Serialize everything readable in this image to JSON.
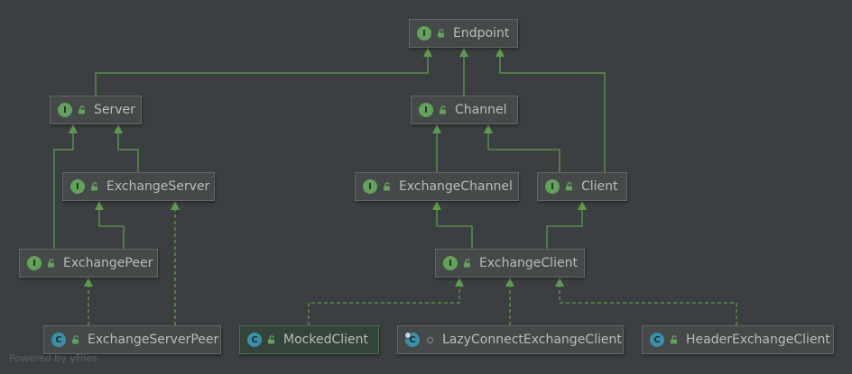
{
  "diagram": {
    "nodes": {
      "endpoint": {
        "label": "Endpoint",
        "kind": "interface"
      },
      "server": {
        "label": "Server",
        "kind": "interface"
      },
      "channel": {
        "label": "Channel",
        "kind": "interface"
      },
      "exchange_server": {
        "label": "ExchangeServer",
        "kind": "interface"
      },
      "exchange_channel": {
        "label": "ExchangeChannel",
        "kind": "interface"
      },
      "client": {
        "label": "Client",
        "kind": "interface"
      },
      "exchange_peer": {
        "label": "ExchangePeer",
        "kind": "interface"
      },
      "exchange_client": {
        "label": "ExchangeClient",
        "kind": "interface"
      },
      "exchange_server_peer": {
        "label": "ExchangeServerPeer",
        "kind": "class"
      },
      "mocked_client": {
        "label": "MockedClient",
        "kind": "class",
        "selected": true
      },
      "lazy_connect_exchange_client": {
        "label": "LazyConnectExchangeClient",
        "kind": "abstract-class"
      },
      "header_exchange_client": {
        "label": "HeaderExchangeClient",
        "kind": "class"
      }
    },
    "badge_letters": {
      "interface": "I",
      "class": "C"
    },
    "relations": {
      "extends": [
        [
          "server",
          "endpoint"
        ],
        [
          "channel",
          "endpoint"
        ],
        [
          "client",
          "endpoint"
        ],
        [
          "exchange_server",
          "server"
        ],
        [
          "exchange_peer",
          "server"
        ],
        [
          "exchange_channel",
          "channel"
        ],
        [
          "client",
          "channel"
        ],
        [
          "exchange_peer",
          "exchange_server"
        ],
        [
          "exchange_client",
          "exchange_channel"
        ],
        [
          "exchange_client",
          "client"
        ]
      ],
      "implements": [
        [
          "exchange_server_peer",
          "exchange_peer"
        ],
        [
          "exchange_server_peer",
          "exchange_server"
        ],
        [
          "mocked_client",
          "exchange_client"
        ],
        [
          "lazy_connect_exchange_client",
          "exchange_client"
        ],
        [
          "header_exchange_client",
          "exchange_client"
        ]
      ]
    },
    "colors": {
      "edge": "#5e9a4e",
      "background": "#3c3f41"
    }
  },
  "footer": {
    "text": "Powered by yFiles"
  }
}
